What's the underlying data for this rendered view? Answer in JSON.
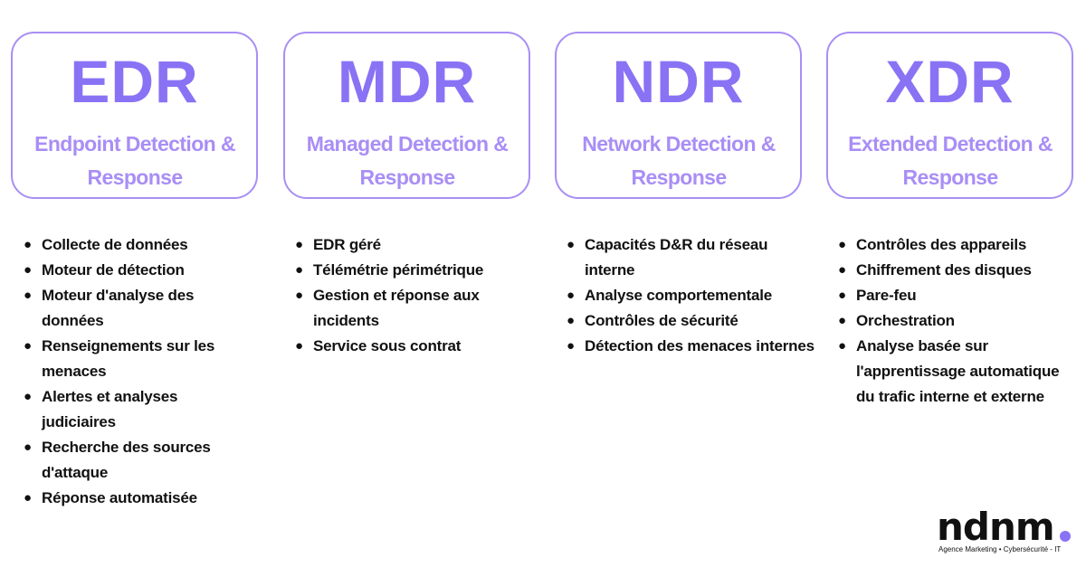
{
  "cards": [
    {
      "acronym": "EDR",
      "subtitle": "Endpoint Detection & Response"
    },
    {
      "acronym": "MDR",
      "subtitle": "Managed Detection & Response"
    },
    {
      "acronym": "NDR",
      "subtitle": "Network Detection & Response"
    },
    {
      "acronym": "XDR",
      "subtitle": "Extended Detection & Response"
    }
  ],
  "lists": {
    "edr": [
      "Collecte de données",
      "Moteur de détection",
      "Moteur d'analyse des données",
      "Renseignements sur les menaces",
      "Alertes et analyses judiciaires",
      "Recherche des sources d'attaque",
      "Réponse automatisée"
    ],
    "mdr": [
      "EDR géré",
      "Télémétrie périmétrique",
      "Gestion et réponse aux incidents",
      "Service sous contrat"
    ],
    "ndr": [
      "Capacités D&R du réseau interne",
      "Analyse comportementale",
      "Contrôles de sécurité",
      "Détection des menaces internes"
    ],
    "xdr": [
      "Contrôles des appareils",
      "Chiffrement des disques",
      "Pare-feu",
      "Orchestration",
      "Analyse basée sur l'apprentissage automatique du trafic interne et externe"
    ]
  },
  "logo": {
    "wordmark": "ndnm",
    "tagline": "Agence Marketing • Cybersécurité - IT"
  },
  "colors": {
    "accent": "#8a72f5",
    "accent_light": "#a98ef5",
    "text": "#111111",
    "background": "#ffffff"
  }
}
